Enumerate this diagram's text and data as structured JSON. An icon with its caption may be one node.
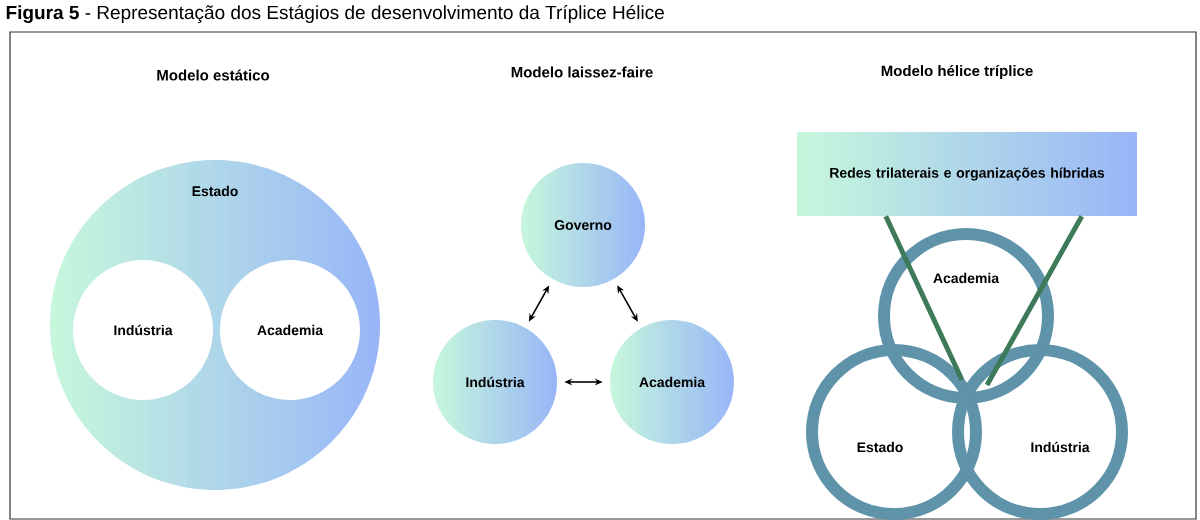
{
  "diagram": {
    "title": "**Figura 5** - Representação dos Estágios de desenvolvimento da Tríplice Hélice",
    "nodes": [
      {
        "text": [
          "Estado"
        ]
      },
      {
        "text": [
          "Indústria"
        ],
        "in": 0
      },
      {
        "text": [
          "Academia"
        ],
        "in": 0
      },
      {
        "text": [
          "Governo"
        ]
      },
      {
        "text": [
          "Indústria"
        ]
      },
      {
        "text": [
          "Academia"
        ]
      },
      {
        "text": [
          "Redes trilaterais e organizações híbridas"
        ]
      },
      {
        "text": [
          "Academia"
        ]
      },
      {
        "text": [
          "Estado"
        ]
      },
      {
        "text": [
          "Indústria"
        ]
      }
    ],
    "edges": [
      {
        "from": 3,
        "to": 4,
        "arrow": "both"
      },
      {
        "from": 3,
        "to": 5,
        "arrow": "both"
      },
      {
        "from": 4,
        "to": 5,
        "arrow": "both"
      },
      {
        "from": 6,
        "to": 7,
        "arrow": "none",
        "style": "thick",
        "color": "#3d7a5a"
      },
      {
        "from": 6,
        "to": 7,
        "arrow": "none",
        "style": "thick",
        "color": "#3d7a5a"
      }
    ],
    "labels": [
      "Modelo estático",
      "Modelo laissez-faire",
      "Modelo hélice tríplice"
    ]
  }
}
